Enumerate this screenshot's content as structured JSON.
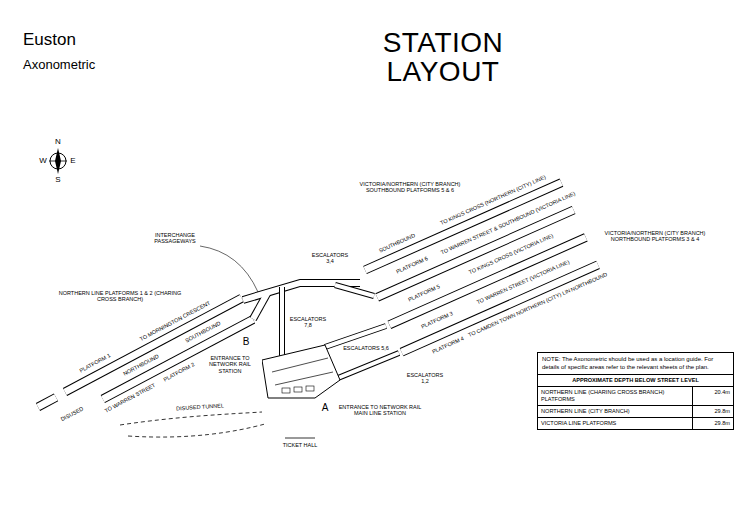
{
  "diagram": {
    "title": "STATION LAYOUT",
    "nodes": [
      {
        "text": [
          "NOTE: The Axonometric should be used as a location guide. For details of specific areas refer to the relevant sheets of the plan.",
          "APPROXIMATE DEPTH BELOW STREET LEVEL",
          "NORTHERN LINE (CHARING CROSS BRANCH) PLATFORMS",
          "20.4m",
          "NORTHERN LINE (CITY BRANCH)",
          "29.8m",
          "VICTORIA LINE PLATFORMS",
          "29.8m"
        ]
      }
    ],
    "labels": [
      "Euston",
      "Axonometric",
      "N",
      "W",
      "E",
      "S",
      "VICTORIA/NORTHERN (CITY BRANCH) SOUTHBOUND PLATFORMS 5 & 6",
      "TO KINGS CROSS (NORTHERN (CITY) LINE)",
      "SOUTHBOUND",
      "PLATFORM 6",
      "TO WARREN STREET & SOUTHBOUND (VICTORIA LINE)",
      "PLATFORM 5",
      "TO KINGS CROSS (VICTORIA LINE)",
      "VICTORIA/NORTHERN (CITY BRANCH) NORTHBOUND PLATFORMS 3 & 4",
      "PLATFORM 3",
      "TO WARREN STREET (VICTORIA LINE)",
      "PLATFORM 4",
      "TO CAMDEN TOWN NORTHERN (CITY) LINE",
      "NORTHBOUND",
      "INTERCHANGE PASSAGEWAYS",
      "ESCALATORS 3,4",
      "ESCALATORS 7,8",
      "ESCALATORS 5,6",
      "ESCALATORS 1,2",
      "B",
      "ENTRANCE TO NETWORK RAIL STATION",
      "A",
      "ENTRANCE TO NETWORK RAIL MAIN LINE STATION",
      "NORTHERN LINE PLATFORMS 1 & 2 (CHARING CROSS BRANCH)",
      "PLATFORM 1",
      "NORTHBOUND",
      "TO MORNINGTON CRESCENT",
      "SOUTHBOUND",
      "PLATFORM 2",
      "TO WARREN STREET",
      "DISUSED TUNNEL",
      "DISUSED",
      "TICKET HALL"
    ]
  }
}
